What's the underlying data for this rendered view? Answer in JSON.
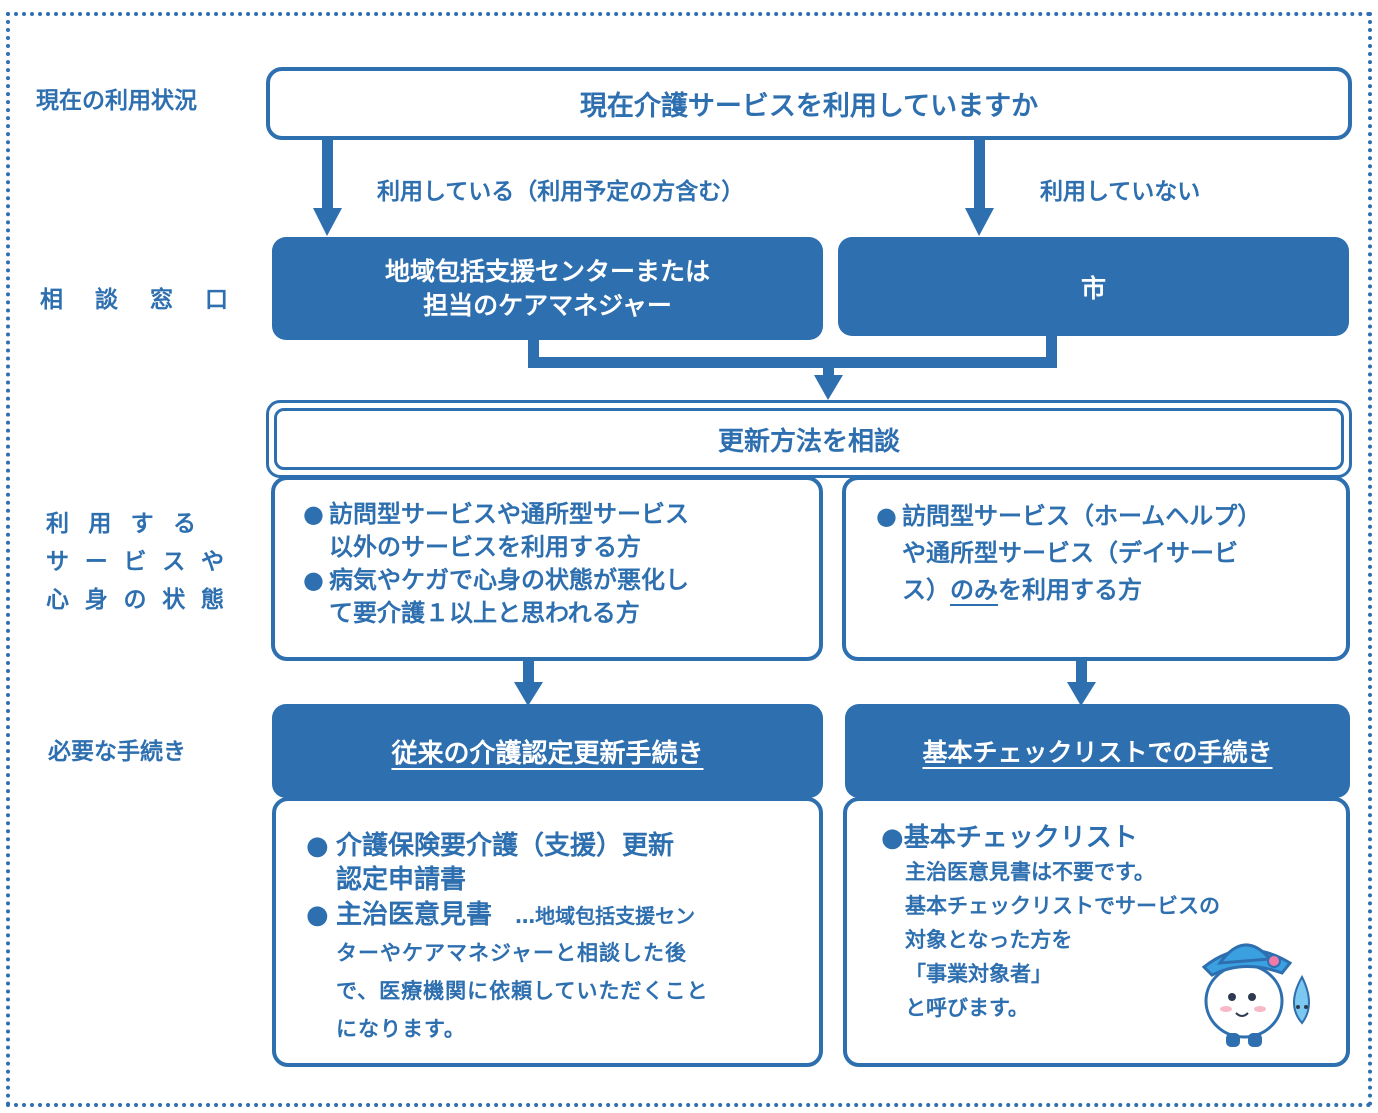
{
  "row_labels": {
    "status": "現在の利用状況",
    "consult": [
      "相",
      "談",
      "窓",
      "口"
    ],
    "state_lines": [
      [
        "利",
        "用",
        "す",
        "る"
      ],
      [
        "サ",
        "ー",
        "ビ",
        "ス",
        "や"
      ],
      [
        "心",
        "身",
        "の",
        "状",
        "態"
      ]
    ],
    "procedure": "必要な手続き"
  },
  "question": "現在介護サービスを利用していますか",
  "branch_yes": "利用している（利用予定の方含む）",
  "branch_no": "利用していない",
  "consult_left": [
    "地域包括支援センターまたは",
    "担当のケアマネジャー"
  ],
  "consult_right": "市",
  "consult_together": "更新方法を相談",
  "bullet": "●",
  "left_state": [
    [
      "訪問型サービスや通所型サービス",
      "以外のサービスを利用する方"
    ],
    [
      "病気やケガで心身の状態が悪化し",
      "て要介護１以上と思われる方"
    ]
  ],
  "right_state": {
    "line1": "訪問型サービス（ホームヘルプ）",
    "line2": "や通所型サービス（デイサービ",
    "line3_pre": "ス）",
    "line3_underlined": "のみ",
    "line3_post": "を利用する方"
  },
  "proc_left_title": "従来の介護認定更新手続き",
  "proc_right_title": "基本チェックリストでの手続き",
  "docs_left": {
    "item1": [
      "介護保険要介護（支援）更新",
      "認定申請書"
    ],
    "item2_head": "主治医意見書",
    "item2_note_lines": [
      "…地域包括支援セン",
      "ターやケアマネジャーと相談した後",
      "で、医療機関に依頼していただくこと",
      "になります。"
    ]
  },
  "docs_right": {
    "item_head": "基本チェックリスト",
    "lines": [
      "主治医意見書は不要です。",
      "基本チェックリストでサービスの",
      "対象となった方を",
      "「事業対象者」",
      "と呼びます。"
    ]
  },
  "colors": {
    "primary": "#2e6fb0",
    "background": "#ffffff"
  }
}
